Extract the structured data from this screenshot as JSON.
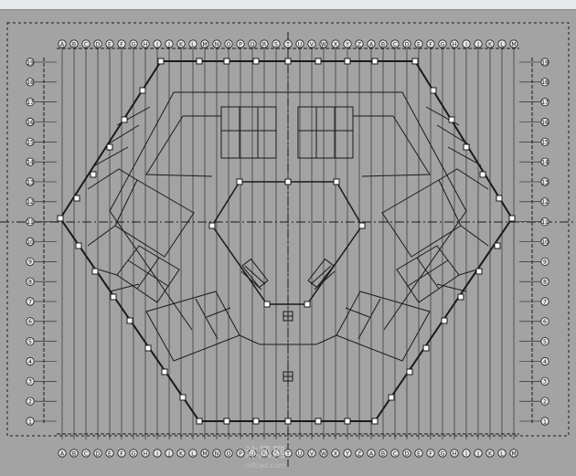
{
  "canvas": {
    "background": "#a3a3a3",
    "line_color": "#1a1a1a",
    "window_background": "#e6e8ec"
  },
  "axes": {
    "columns": [
      "A",
      "B",
      "C",
      "D",
      "E",
      "F",
      "G",
      "H",
      "I",
      "J",
      "K",
      "L",
      "M",
      "N",
      "O",
      "P",
      "Q",
      "R",
      "S",
      "T",
      "U",
      "V",
      "W",
      "X",
      "Y",
      "Z",
      "A",
      "B",
      "C",
      "D",
      "E",
      "F",
      "G",
      "H",
      "I",
      "J",
      "K",
      "L",
      "M"
    ],
    "left_rows": [
      "1",
      "2",
      "3",
      "4",
      "5",
      "6",
      "7",
      "8",
      "9",
      "10",
      "11",
      "12",
      "13",
      "14",
      "15",
      "16",
      "17",
      "18",
      "19"
    ],
    "right_rows": [
      "1",
      "2",
      "3",
      "4",
      "5",
      "6",
      "7",
      "8",
      "9",
      "10",
      "11",
      "12",
      "13",
      "14",
      "15",
      "16",
      "17",
      "18",
      "19"
    ]
  },
  "watermark": {
    "text": "沐风网",
    "url": "mfcad.com"
  },
  "icons": {
    "stair": "stair-icon",
    "elevator": "elevator-icon",
    "axis_bubble": "grid-bubble-icon"
  }
}
